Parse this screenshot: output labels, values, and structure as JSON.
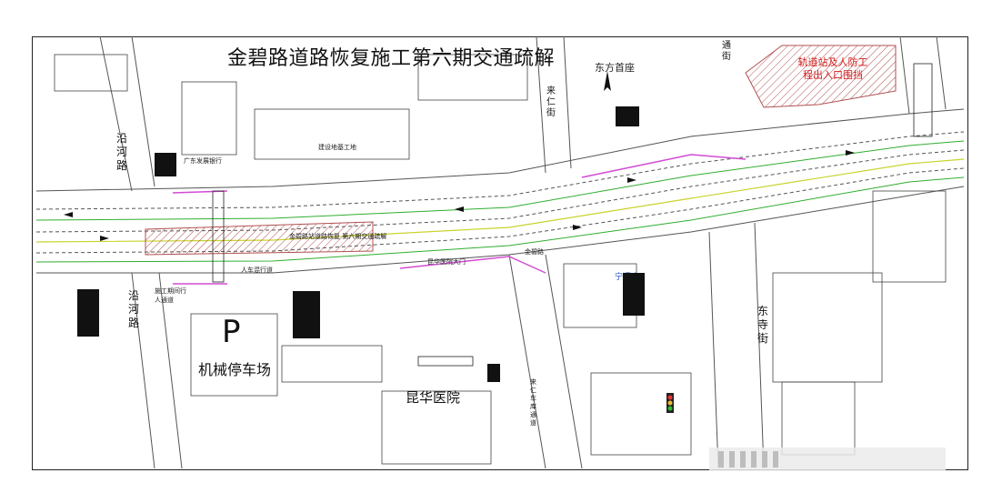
{
  "title": "金碧路道路恢复施工第六期交通疏解",
  "compass_label": "东方首座",
  "parking": {
    "symbol": "P",
    "label": "机械停车场"
  },
  "hospital_label": "昆华医院",
  "entrance_label": "轨道站及人防工程出入口围挡",
  "work_zone_label": "金碧路站道路恢复 第六期交通疏解",
  "streets": {
    "yanhe": "沿河路",
    "laiyuan": "来仁街",
    "dongsi": "东寺街",
    "top_right": "通街"
  },
  "small_labels": {
    "crosswalk": "人车混行道",
    "construction_crossing": "施工期间行人通道",
    "jinbi_road": "金碧路",
    "ningxi_temple": "宁通寺",
    "bank": "广东发展银行",
    "building_site": "建设地基工地",
    "hospital_gate": "昆华医院大门",
    "fire_lane": "来仁车库通道"
  },
  "colors": {
    "road_line": "#555555",
    "green_marking": "#2fae2f",
    "yellow_marking": "#c9d32b",
    "magenta_fence": "#d34bd3",
    "work_zone": "#b05050",
    "red_text": "#d21b1b"
  }
}
